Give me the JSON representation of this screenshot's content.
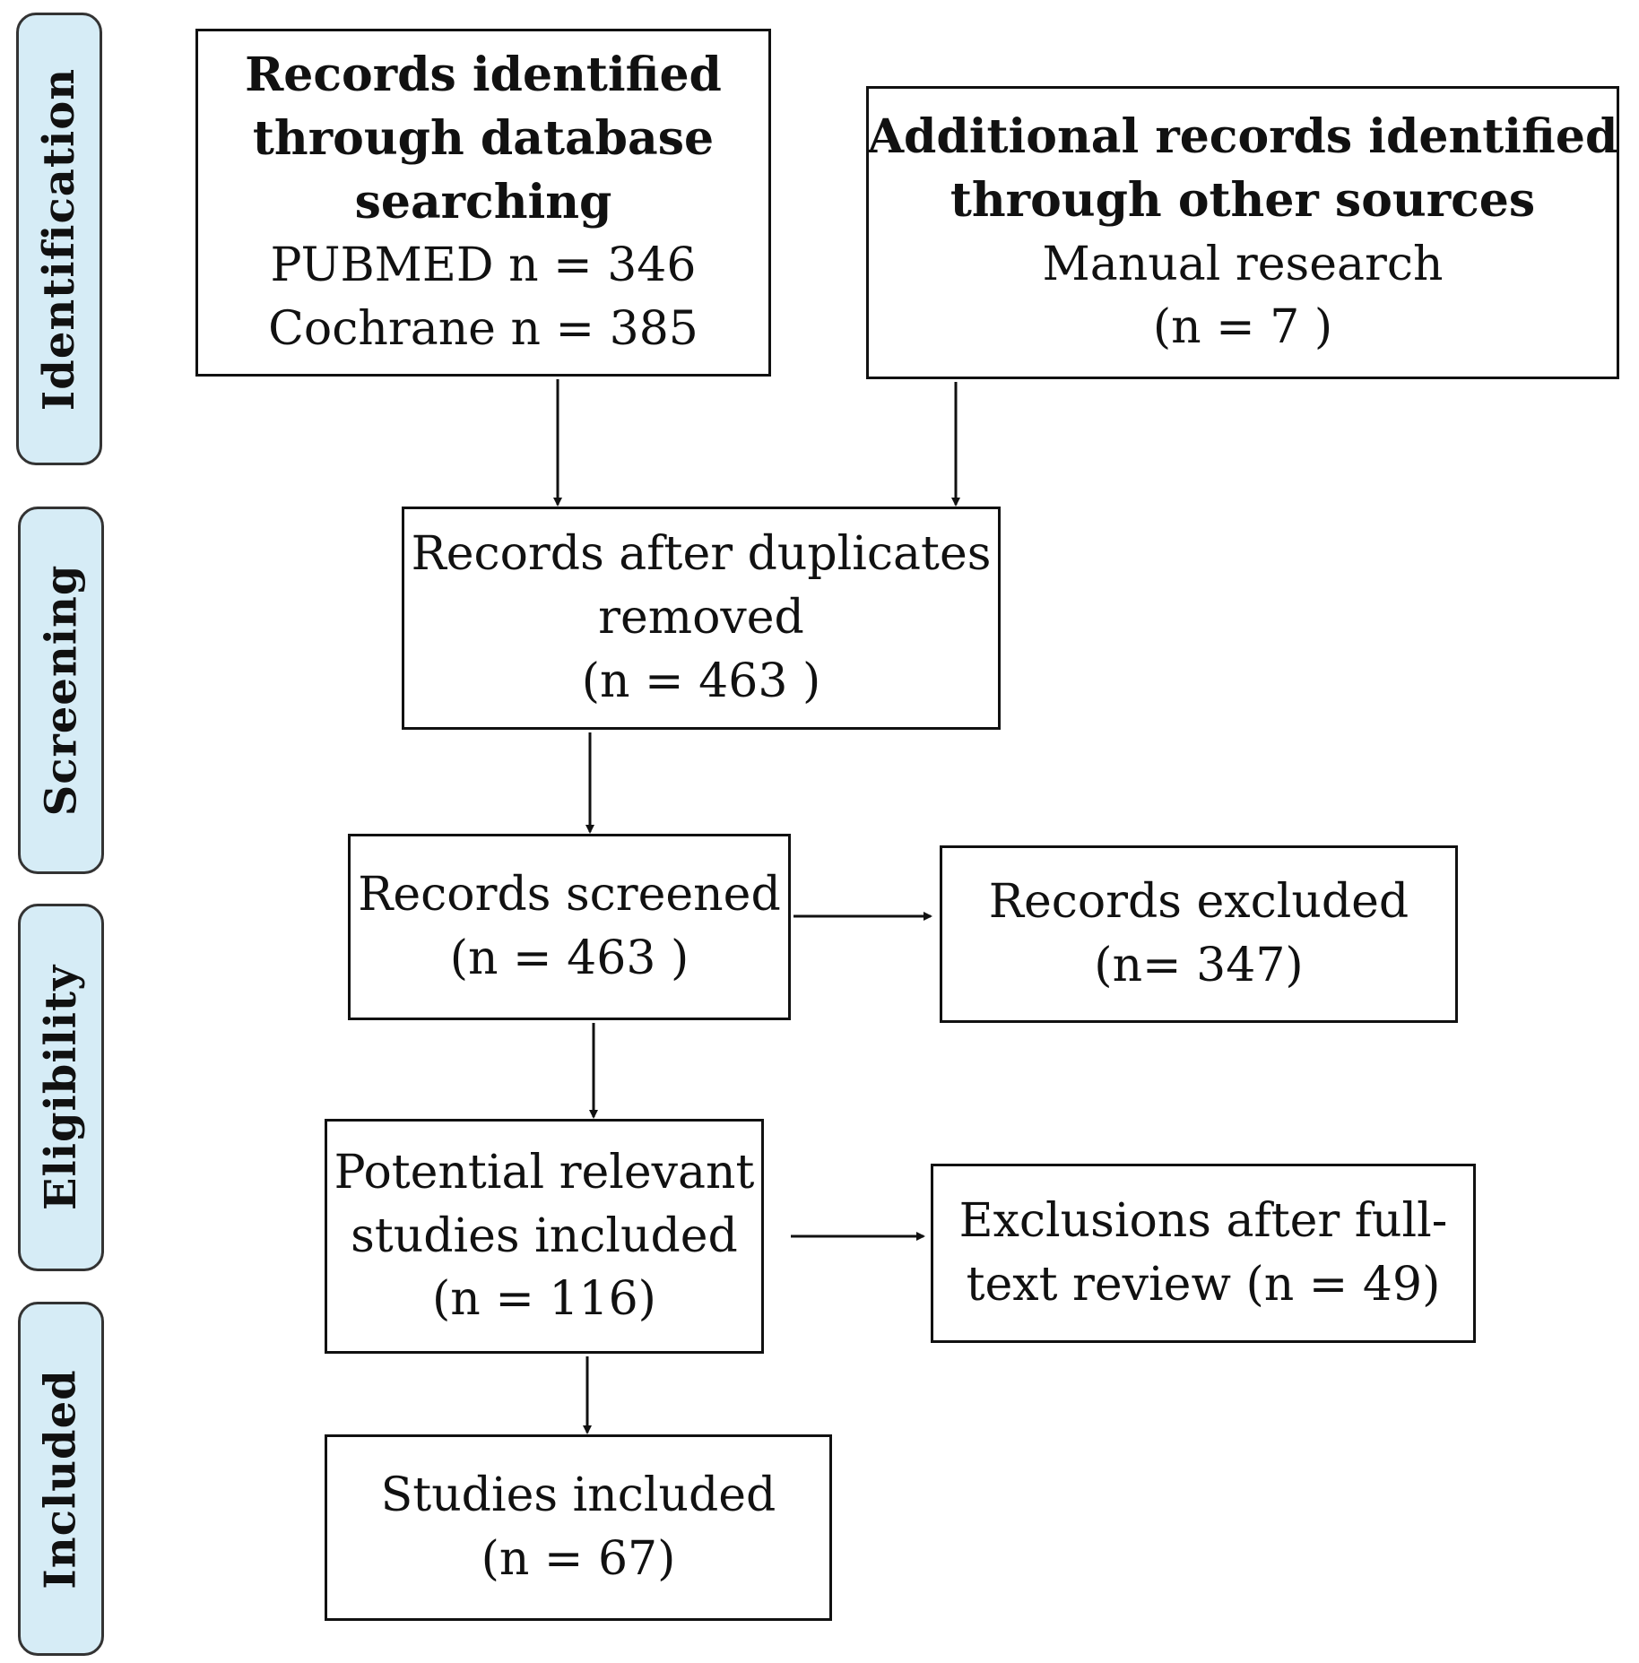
{
  "stages": {
    "identification": "Identification",
    "screening": "Screening",
    "eligibility": "Eligibility",
    "included": "Included"
  },
  "boxes": {
    "database": {
      "title_lines": [
        "Records identified",
        "through database",
        "searching"
      ],
      "lines": [
        "PUBMED n =  346",
        "Cochrane n = 385"
      ]
    },
    "other_sources": {
      "title_lines": [
        "Additional records identified",
        "through other sources"
      ],
      "lines": [
        "Manual research",
        "(n = 7 )"
      ]
    },
    "duplicates_removed": {
      "lines": [
        "Records after duplicates",
        "removed",
        "(n = 463 )"
      ]
    },
    "screened": {
      "lines": [
        "Records screened",
        "(n =  463 )"
      ]
    },
    "excluded": {
      "lines": [
        "Records excluded",
        "(n= 347)"
      ]
    },
    "potential": {
      "lines": [
        "Potential relevant",
        "studies included",
        "(n =  116)"
      ]
    },
    "full_text_exclusions": {
      "lines": [
        "Exclusions after full-",
        "text review (n = 49)"
      ]
    },
    "studies_included": {
      "lines": [
        "Studies included",
        "(n = 67)"
      ]
    }
  },
  "colors": {
    "stage_fill": "#d6ecf6",
    "stage_border": "#333333",
    "box_border": "#111111",
    "arrow": "#111111"
  }
}
